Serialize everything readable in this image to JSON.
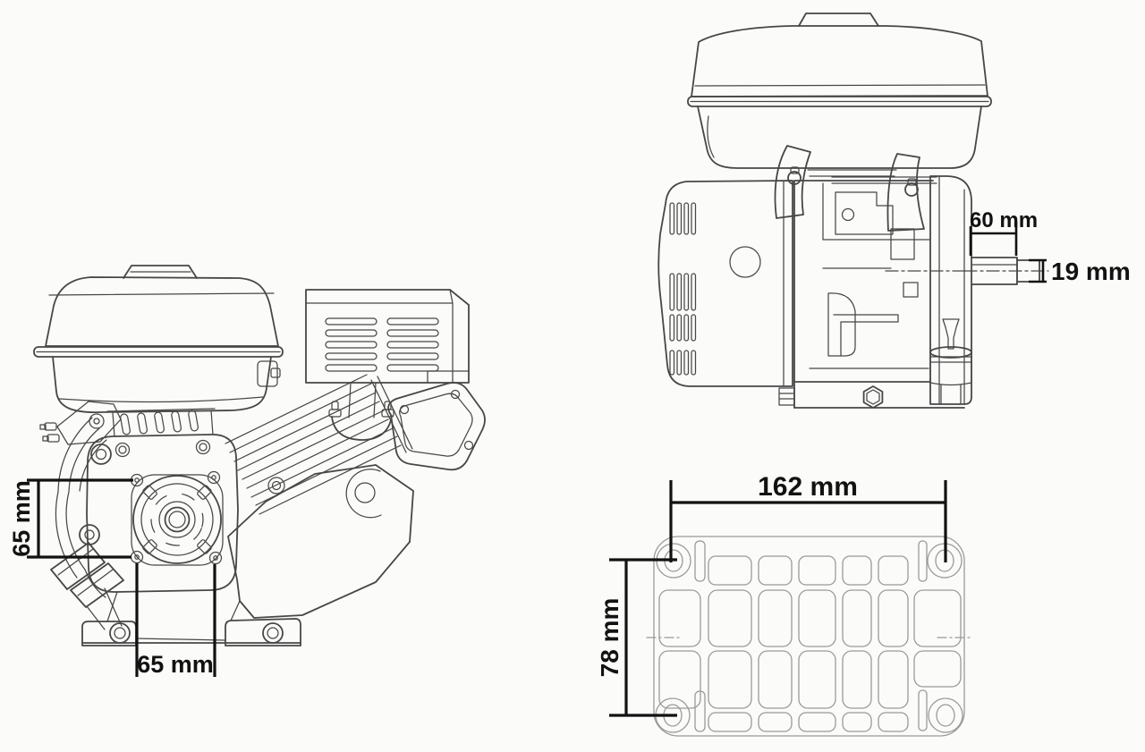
{
  "colors": {
    "background": "#fbfbf9",
    "engine_ink": "#474747",
    "plate_ink": "#9a9a9a",
    "dimension_ink": "#121212"
  },
  "front_view": {
    "bolt_pattern_height": "65 mm",
    "bolt_pattern_width": "65 mm"
  },
  "side_view": {
    "shaft_length": "60 mm",
    "shaft_diameter": "19 mm"
  },
  "bottom_view": {
    "mount_spacing_width": "162 mm",
    "mount_spacing_depth": "78 mm"
  }
}
